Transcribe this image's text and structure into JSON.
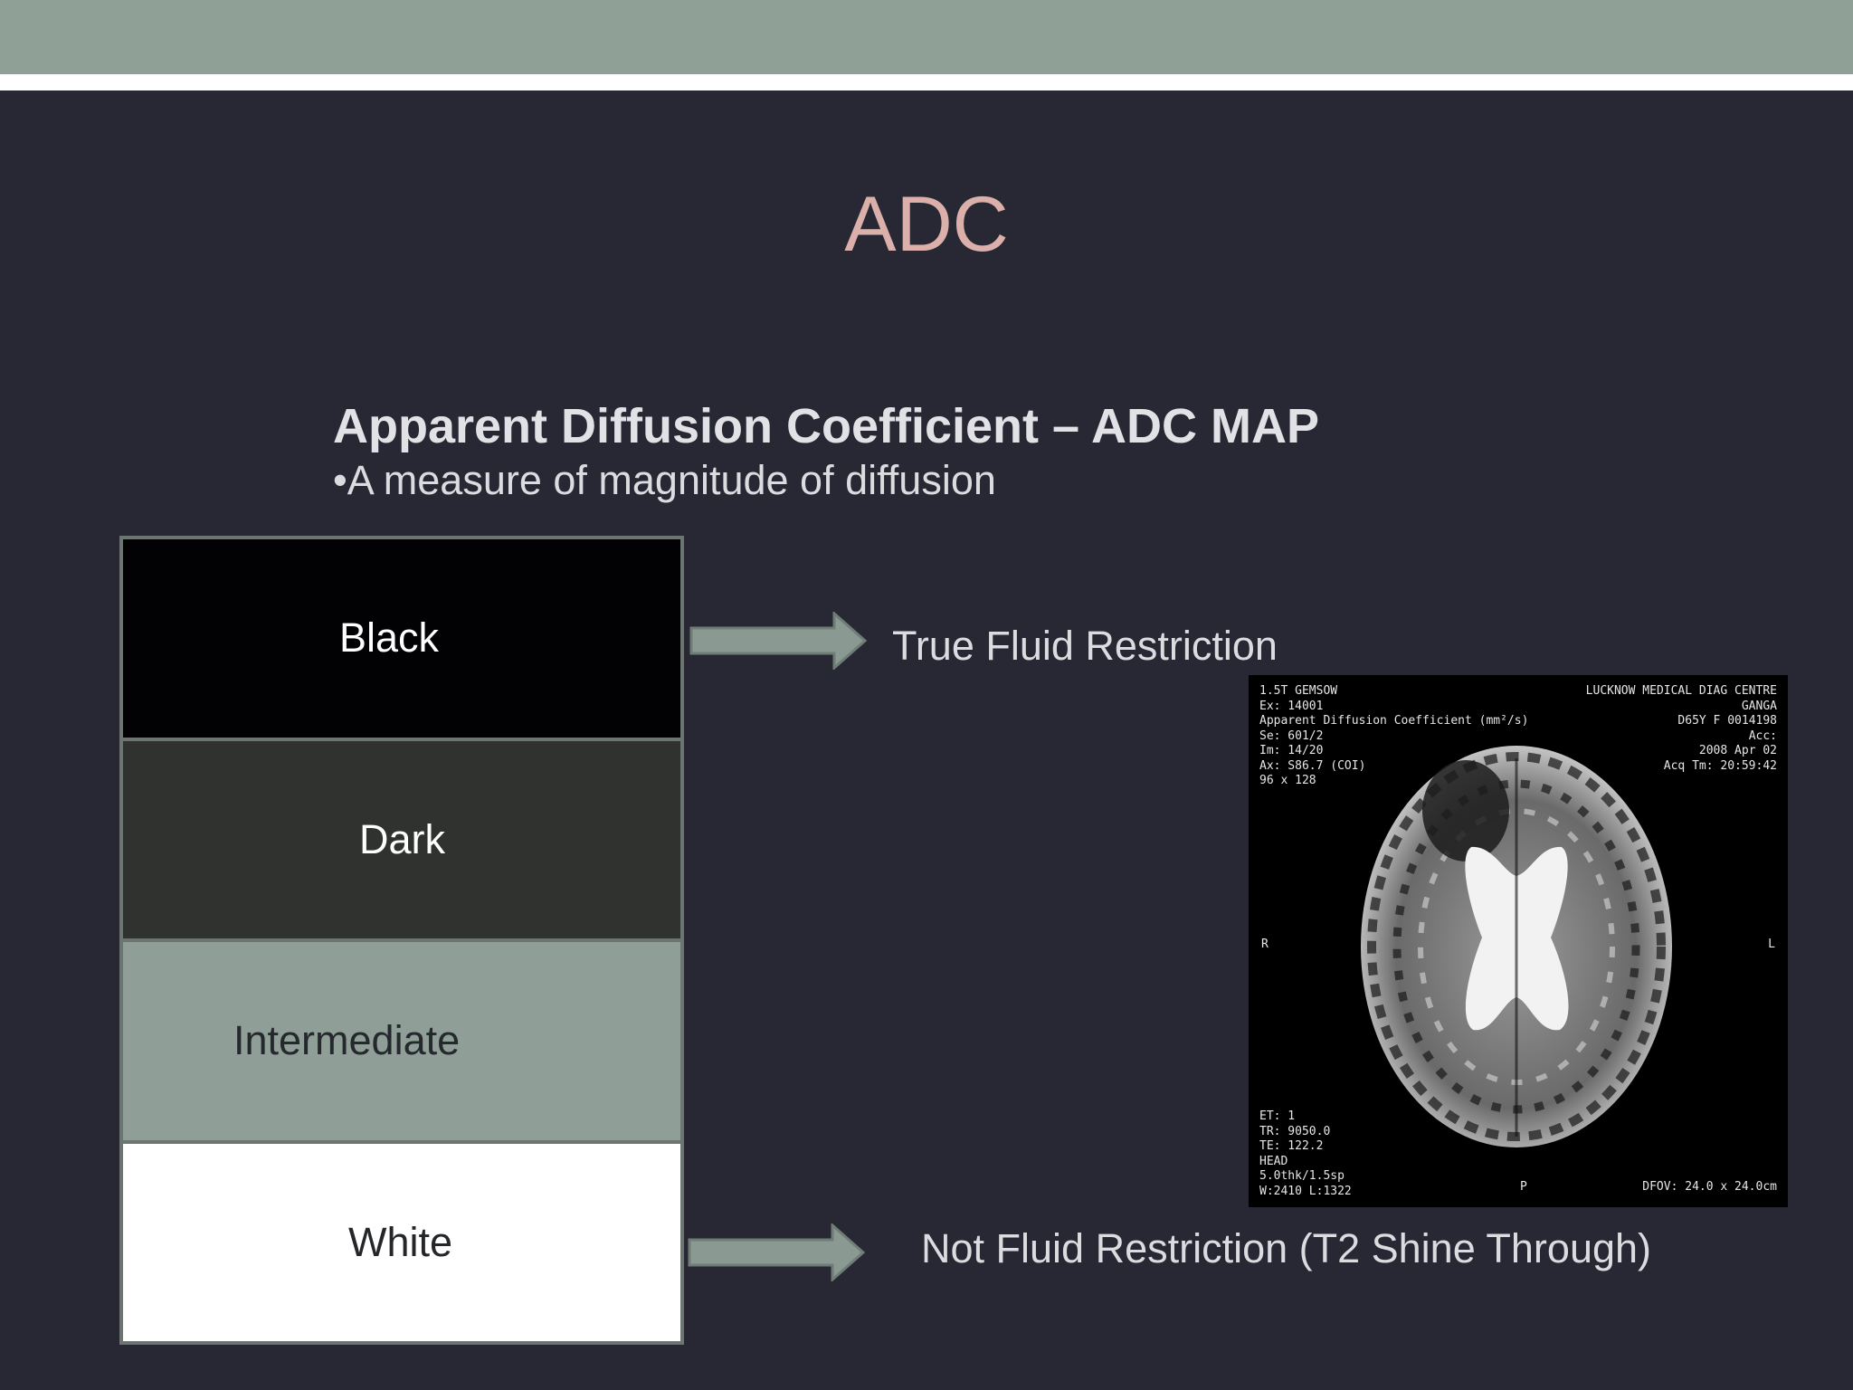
{
  "slide": {
    "title": "ADC",
    "subtitle": "Apparent Diffusion Coefficient – ADC MAP",
    "bullet": "•A measure of magnitude of diffusion"
  },
  "scale": {
    "bands": [
      {
        "label": "Black",
        "color": "#020104"
      },
      {
        "label": "Dark",
        "color": "#30322f"
      },
      {
        "label": "Intermediate",
        "color": "#8f9e97"
      },
      {
        "label": "White",
        "color": "#ffffff"
      }
    ]
  },
  "annotations": {
    "top": "True Fluid Restriction",
    "bottom": "Not Fluid Restriction (T2 Shine Through)"
  },
  "mri": {
    "left_info": [
      "1.5T GEMSOW",
      "Ex: 14001",
      "Apparent Diffusion Coefficient (mm²/s)",
      "Se: 601/2",
      "Im: 14/20",
      "Ax: S86.7 (COI)",
      "",
      "96 x 128"
    ],
    "right_info": [
      "LUCKNOW MEDICAL DIAG CENTRE",
      "GANGA",
      "D65Y F 0014198",
      "Acc:",
      "2008 Apr 02",
      "Acq Tm: 20:59:42"
    ],
    "bottom_info": [
      "ET: 1",
      "TR: 9050.0",
      "TE: 122.2",
      "HEAD",
      "5.0thk/1.5sp",
      "W:2410 L:1322"
    ],
    "side_left": "R",
    "side_right": "L",
    "bottom_center": "P",
    "fov": "DFOV: 24.0 x 24.0cm"
  },
  "colors": {
    "background": "#272833",
    "top_band": "#8fa097",
    "title": "#dcb0aa",
    "arrow": "#8a9a92"
  }
}
